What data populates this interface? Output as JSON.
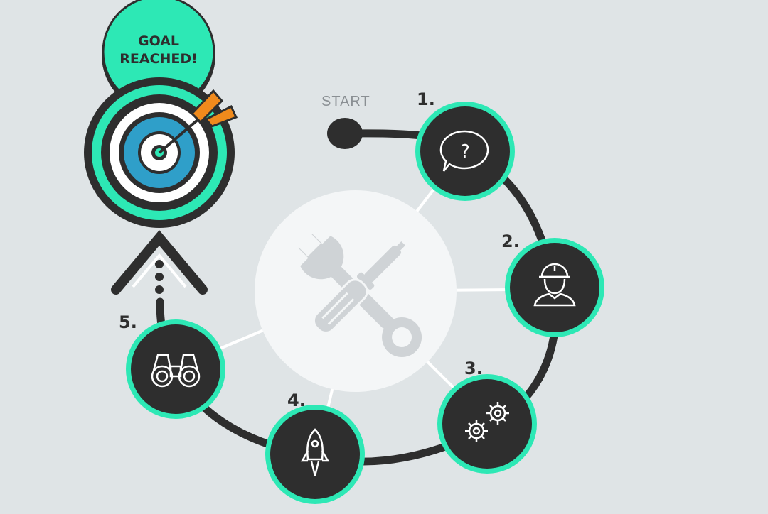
{
  "start_label": "START",
  "goal_label_line1": "GOAL",
  "goal_label_line2": "REACHED!",
  "steps": [
    {
      "number": "1.",
      "icon": "question-bubble-icon"
    },
    {
      "number": "2.",
      "icon": "worker-helmet-icon"
    },
    {
      "number": "3.",
      "icon": "gears-icon"
    },
    {
      "number": "4.",
      "icon": "rocket-icon"
    },
    {
      "number": "5.",
      "icon": "binoculars-icon"
    }
  ],
  "center_icon": "tools-icon",
  "goal_icon": "target-arrow-icon",
  "colors": {
    "background": "#dfe4e6",
    "dark": "#2e2e2e",
    "accent": "#2de8b5",
    "target_blue": "#2f9fc9",
    "arrow_orange": "#f08a1c",
    "hub": "#f4f6f7"
  }
}
